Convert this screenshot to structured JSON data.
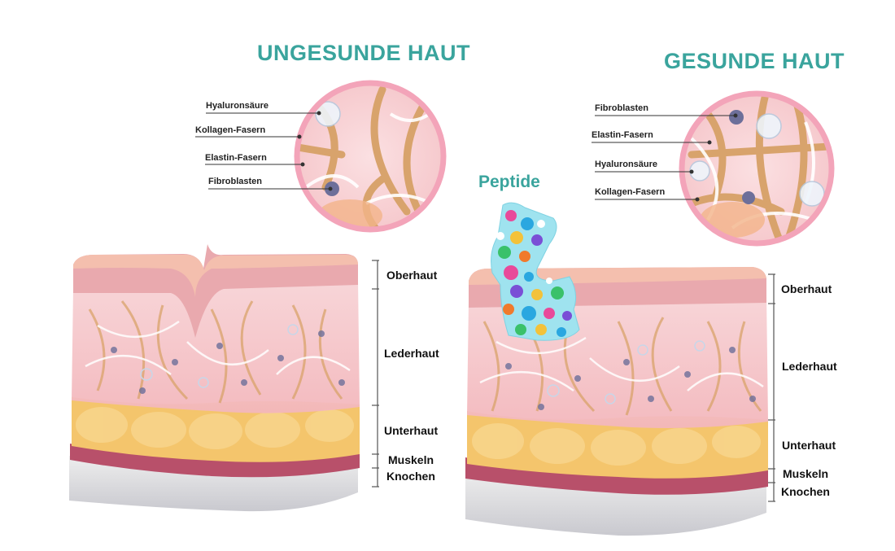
{
  "titles": {
    "unhealthy": "UNGESUNDE HAUT",
    "healthy": "GESUNDE HAUT",
    "peptide": "Peptide"
  },
  "left_zoom_labels": [
    "Hyaluronsäure",
    "Kollagen-Fasern",
    "Elastin-Fasern",
    "Fibroblasten"
  ],
  "right_zoom_labels": [
    "Fibroblasten",
    "Elastin-Fasern",
    "Hyaluronsäure",
    "Kollagen-Fasern"
  ],
  "left_layers": [
    "Oberhaut",
    "Lederhaut",
    "Unterhaut",
    "Muskeln",
    "Knochen"
  ],
  "right_layers": [
    "Oberhaut",
    "Lederhaut",
    "Unterhaut",
    "Muskeln",
    "Knochen"
  ],
  "colors": {
    "title": "#3aa49d",
    "epidermis": "#e9a9ae",
    "dermis": "#f6c9cc",
    "fat": "#f4c56c",
    "muscle": "#b8506a",
    "bone": "#d9d9de",
    "circle_ring": "#f3a4b9"
  }
}
